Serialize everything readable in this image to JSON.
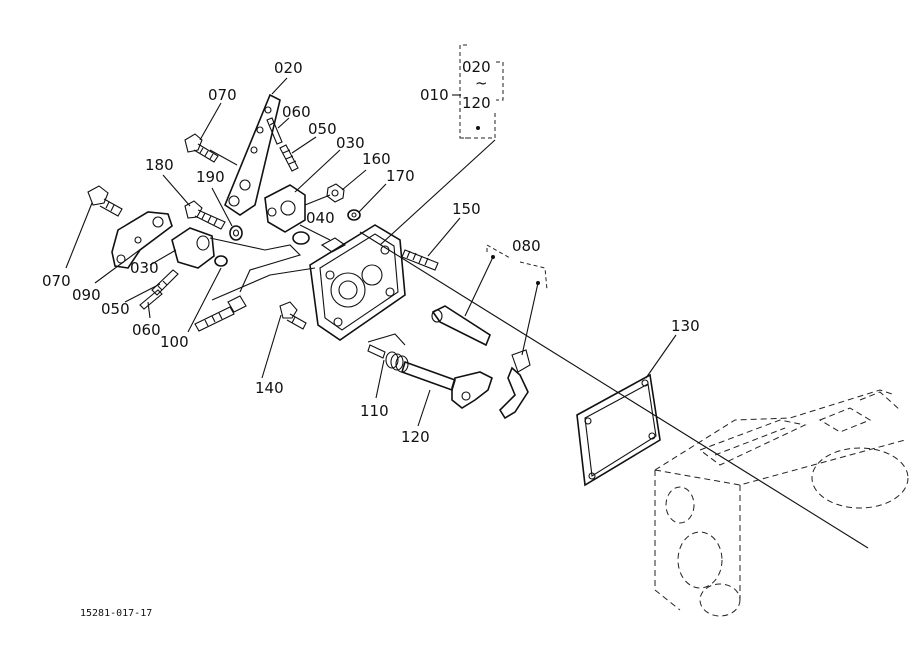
{
  "diagram": {
    "figure_id": "15281-017-17",
    "assembly_label": "010",
    "assembly_range": {
      "from": "020",
      "tilde": "~",
      "to": "120"
    },
    "subassembly_label": "080",
    "callouts": {
      "c020": "020",
      "c070_top": "070",
      "c060_top": "060",
      "c050_top": "050",
      "c030_top": "030",
      "c180": "180",
      "c190": "190",
      "c160": "160",
      "c170": "170",
      "c040": "040",
      "c150": "150",
      "c070_left": "070",
      "c090": "090",
      "c030_left": "030",
      "c050_left": "050",
      "c060_left": "060",
      "c100": "100",
      "c140": "140",
      "c110": "110",
      "c120": "120",
      "c130": "130"
    }
  }
}
